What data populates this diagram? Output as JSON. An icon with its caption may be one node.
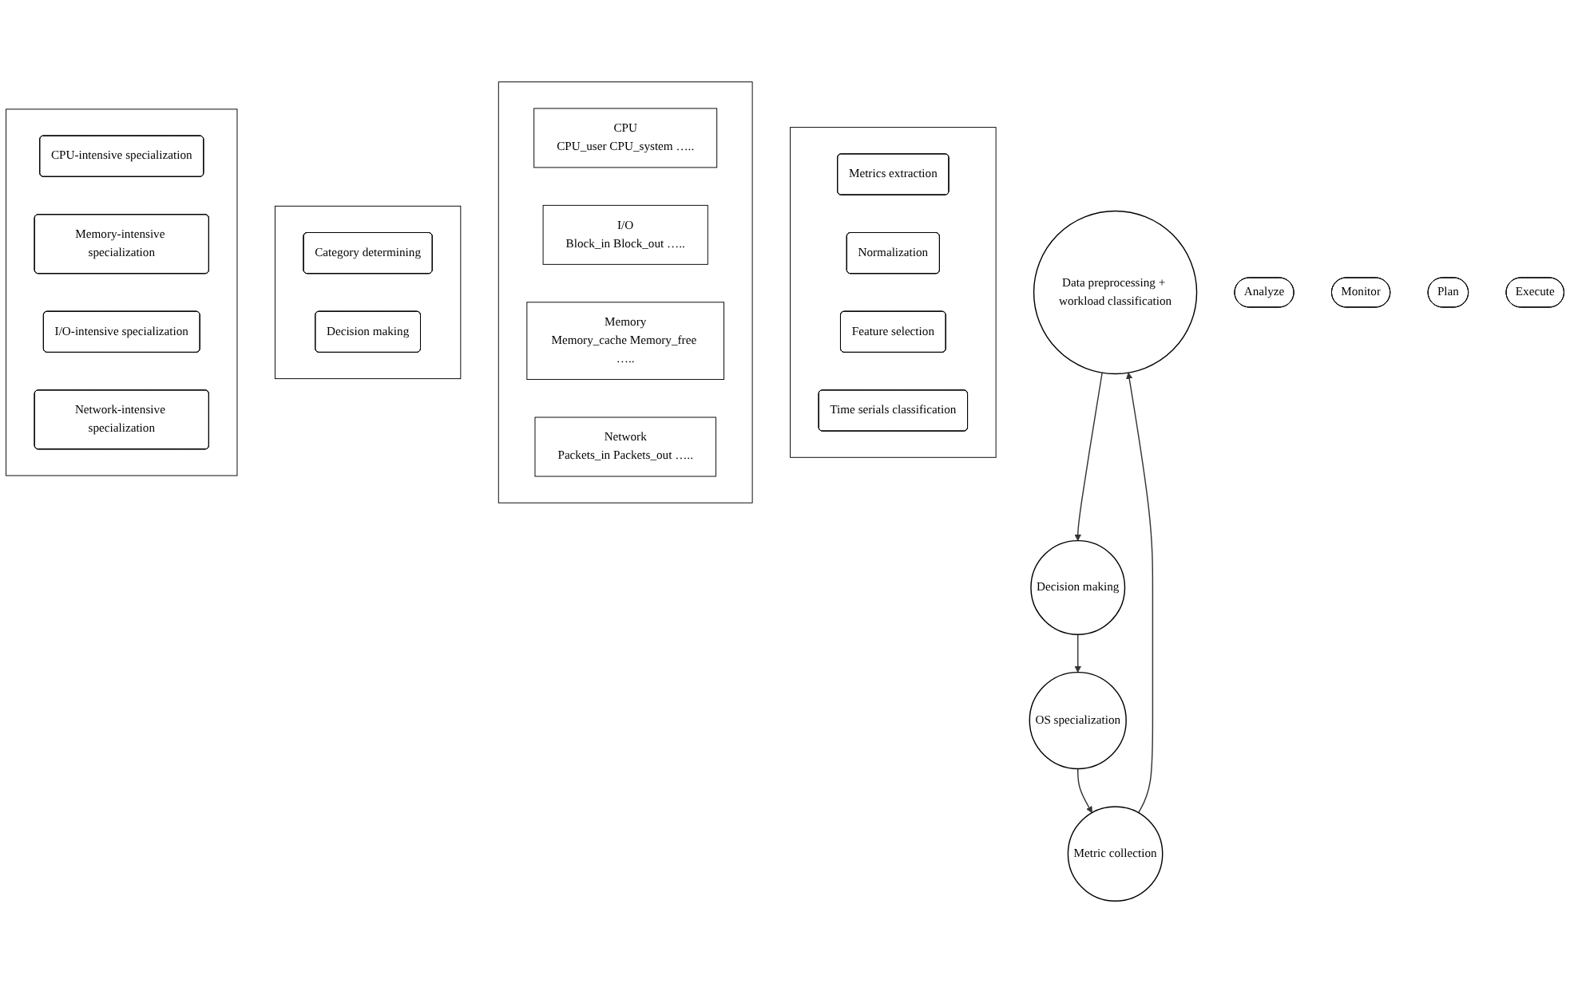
{
  "diagram": {
    "nodes": [
      {
        "text": [],
        "shape": "box"
      },
      {
        "text": [
          "Metrics extraction"
        ],
        "in": 0
      },
      {
        "text": [
          "Normalization"
        ],
        "in": 0
      },
      {
        "text": [
          "Feature selection"
        ],
        "in": 0
      },
      {
        "text": [
          "Time serials classification"
        ],
        "in": 0
      },
      {
        "text": [
          "Data preprocessing + workload classification"
        ]
      },
      {
        "text": [],
        "shape": "box"
      },
      {
        "text": [
          "CPU",
          "CPU_user CPU_system ….."
        ],
        "in": 6
      },
      {
        "text": [
          "I/O",
          "Block_in Block_out ….."
        ],
        "in": 6
      },
      {
        "text": [
          "Memory",
          "Memory_cache Memory_free ….."
        ],
        "in": 6
      },
      {
        "text": [
          "Network",
          "Packets_in Packets_out ….."
        ],
        "in": 6
      },
      {
        "text": [
          "Analyze"
        ]
      },
      {
        "text": [
          "Metric collection"
        ]
      },
      {
        "text": [
          "Monitor"
        ]
      },
      {
        "text": [
          "Plan"
        ]
      },
      {
        "text": [
          "Decision making"
        ]
      },
      {
        "text": [],
        "shape": "box"
      },
      {
        "text": [
          "Category determining"
        ],
        "in": 16
      },
      {
        "text": [
          "Decision making"
        ],
        "in": 16
      },
      {
        "text": [
          "Execute"
        ]
      },
      {
        "text": [
          "OS specialization"
        ]
      },
      {
        "text": [],
        "shape": "box"
      },
      {
        "text": [
          "CPU-intensive specialization"
        ],
        "in": 21
      },
      {
        "text": [
          "Memory-intensive specialization"
        ],
        "in": 21
      },
      {
        "text": [
          "I/O-intensive specialization"
        ],
        "in": 21
      },
      {
        "text": [
          "Network-intensive specialization"
        ],
        "in": 21
      }
    ],
    "edges": [
      {
        "from": 12,
        "to": 5,
        "arrow": "to"
      },
      {
        "from": 5,
        "to": 15,
        "arrow": "to"
      },
      {
        "from": 15,
        "to": 20,
        "arrow": "to"
      },
      {
        "from": 20,
        "to": 12,
        "arrow": "to"
      }
    ]
  }
}
